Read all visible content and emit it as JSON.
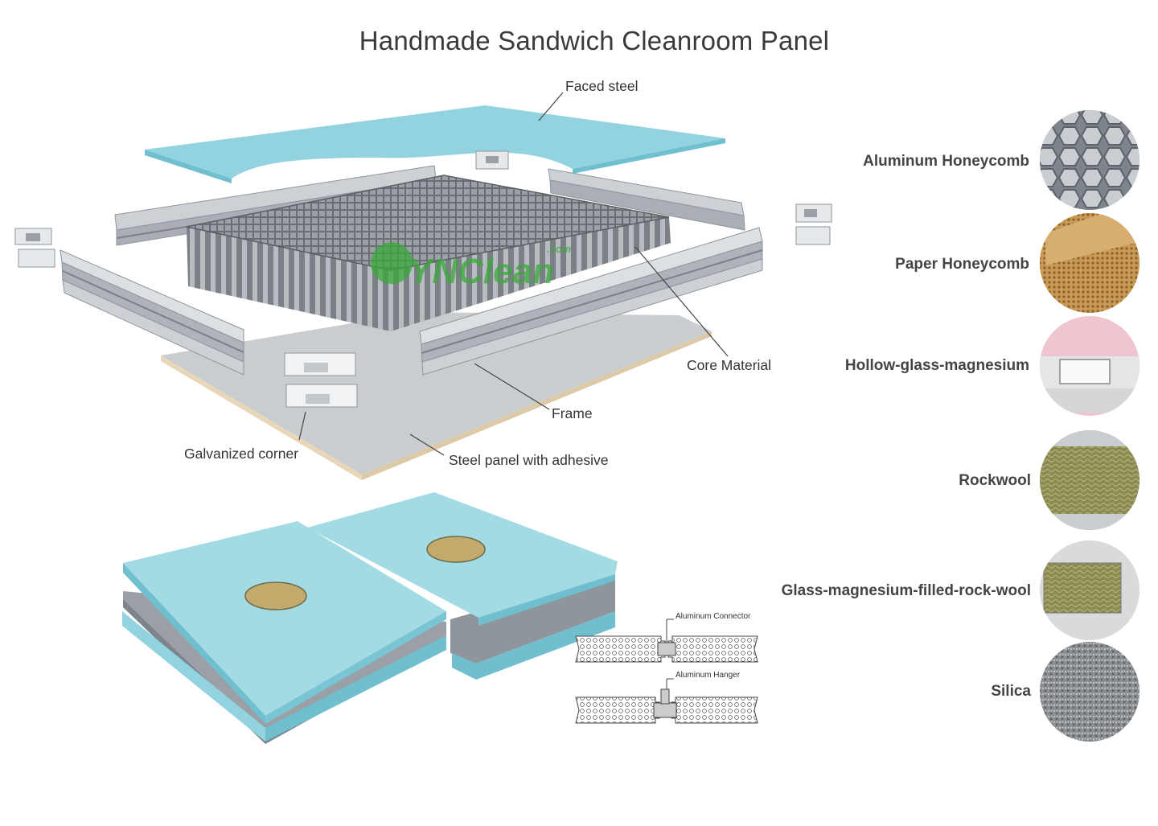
{
  "title": "Handmade Sandwich Cleanroom Panel",
  "watermark": {
    "text": "YNClean",
    "sub": ".com",
    "color": "#3aa93a"
  },
  "labels": {
    "faced_steel": "Faced steel",
    "core_material": "Core Material",
    "frame": "Frame",
    "galvanized_corner": "Galvanized corner",
    "steel_panel": "Steel panel with adhesive"
  },
  "connectors": {
    "aluminum_connector": "Aluminum Connector",
    "aluminum_hanger": "Aluminum Hanger"
  },
  "materials": [
    {
      "name": "Aluminum Honeycomb"
    },
    {
      "name": "Paper Honeycomb"
    },
    {
      "name": "Hollow-glass-magnesium"
    },
    {
      "name": "Rockwool"
    },
    {
      "name": "Glass-magnesium-filled-rock-wool"
    },
    {
      "name": "Silica"
    }
  ],
  "colors": {
    "panel": "#92d3df",
    "panel_side": "#6fbfcf",
    "metal": "#c8ccd0",
    "metal_dark": "#8e959c"
  }
}
